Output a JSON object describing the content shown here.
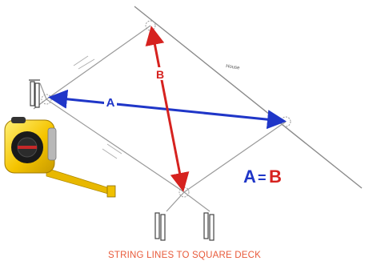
{
  "labels": {
    "diagonal_a": "A",
    "diagonal_b": "B",
    "equation_a": "A",
    "equation_eq": "=",
    "equation_b": "B",
    "house_label": "House"
  },
  "caption": "STRING LINES TO SQUARE DECK",
  "colors": {
    "diagonal_a": "#1f36c8",
    "diagonal_b": "#d6221f",
    "string_line": "#8a8a8a",
    "caption": "#e85a3a",
    "tape_body": "#f5c400",
    "tape_blade": "#e8b800"
  },
  "icons": {
    "tape_measure": "tape-measure-icon",
    "stake": "stake-icon"
  }
}
